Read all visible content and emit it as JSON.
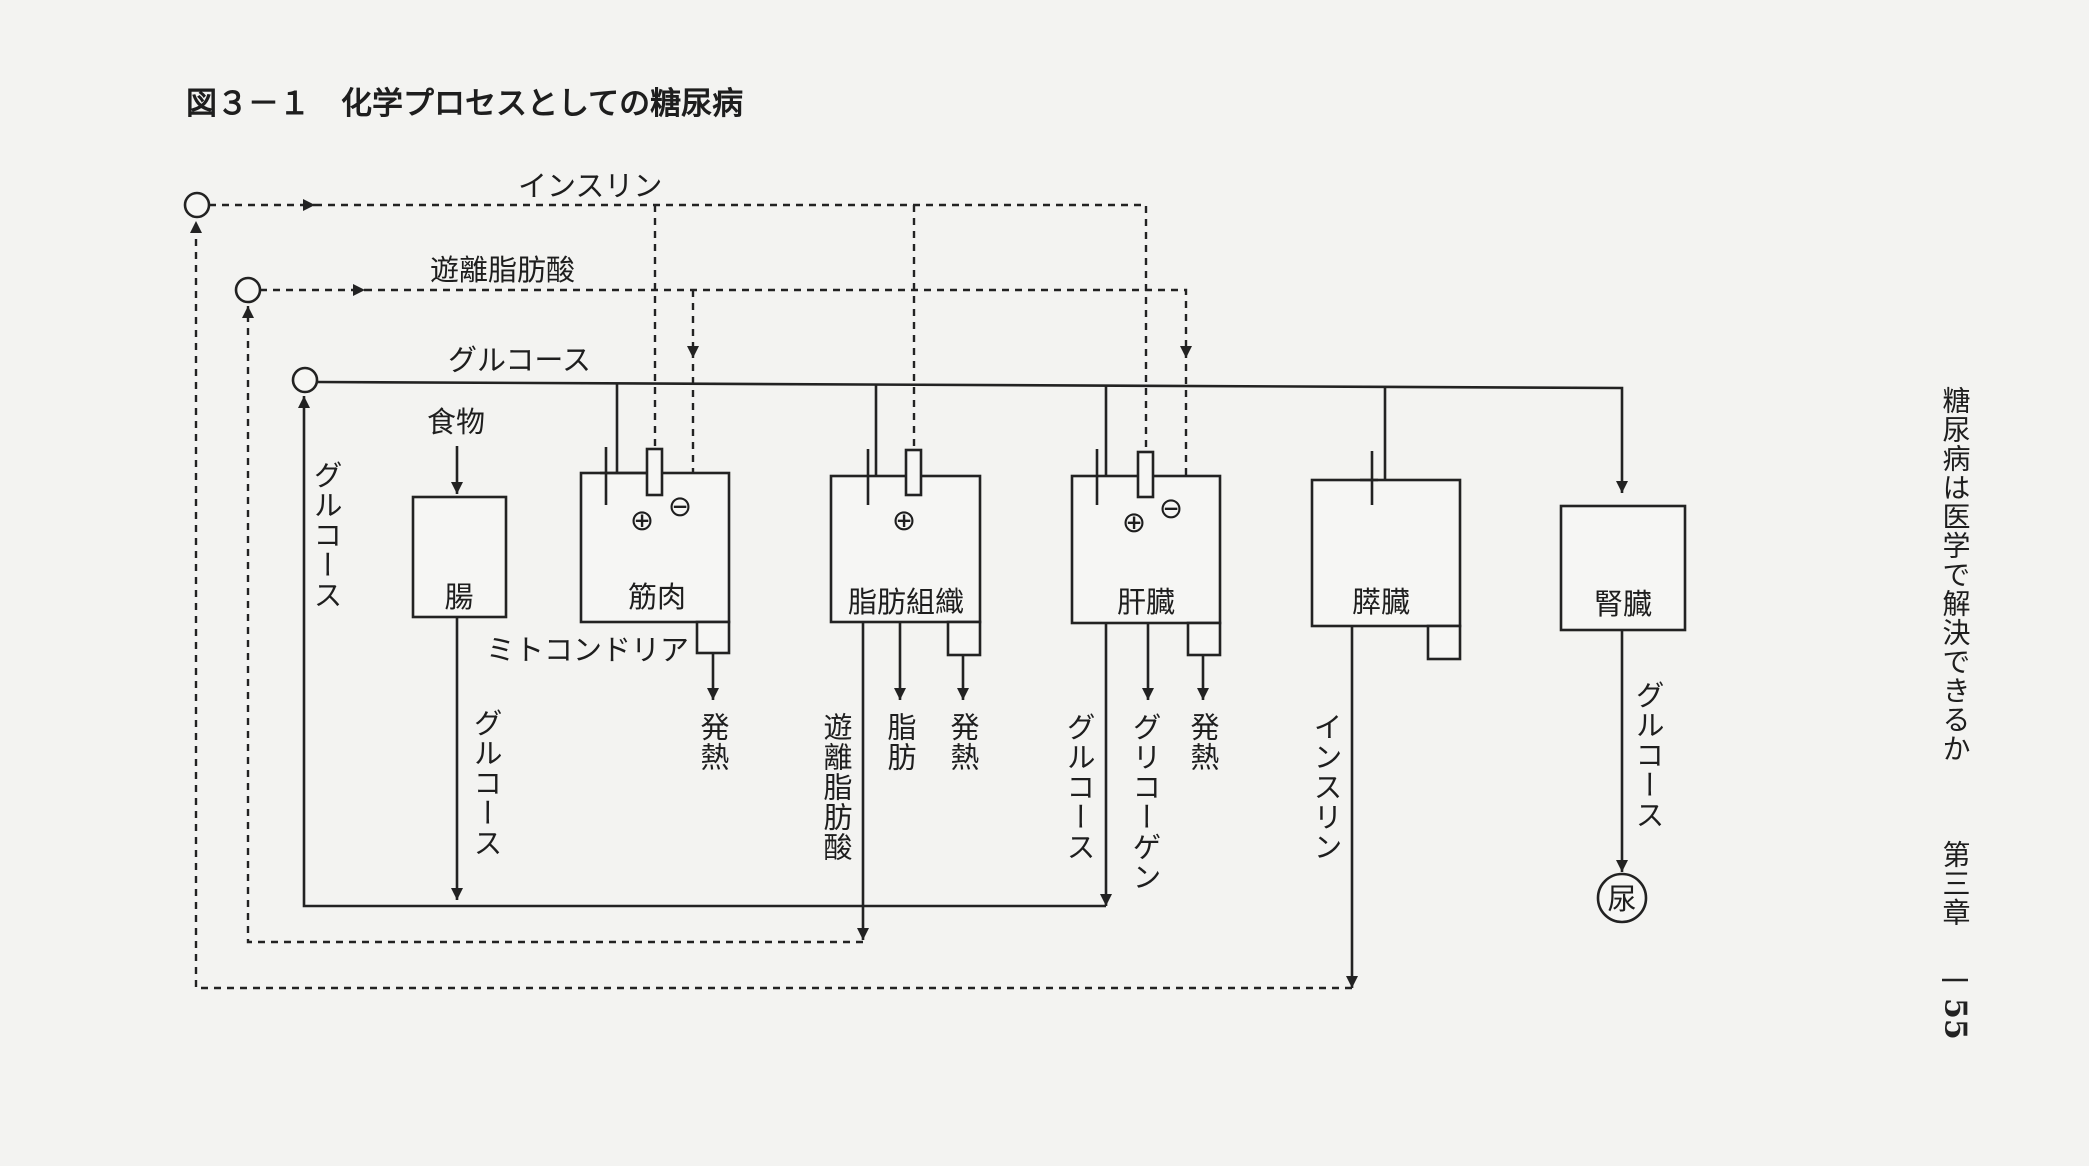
{
  "figure": {
    "title": "図３－１　化学プロセスとしての糖尿病",
    "loops": {
      "insulin": "インスリン",
      "ffa": "遊離脂肪酸",
      "glucose": "グルコース"
    },
    "input_food": "食物",
    "left_glucose": "グルコース",
    "organs": {
      "gut": "腸",
      "muscle": "筋肉",
      "adipose": "脂肪組織",
      "liver": "肝臓",
      "pancreas": "膵臓",
      "kidney": "腎臓"
    },
    "mitochondria": "ミトコンドリア",
    "plus": "⊕",
    "minus": "⊖",
    "outputs": {
      "gut_glucose": "グルコース",
      "muscle_heat": "発熱",
      "adipose_ffa": "遊離脂肪酸",
      "adipose_fat": "脂肪",
      "adipose_heat": "発熱",
      "liver_glucose": "グルコース",
      "liver_glycogen": "グリコーゲン",
      "liver_heat": "発熱",
      "pancreas_insulin": "インスリン",
      "kidney_glucose": "グルコース",
      "urine": "尿"
    }
  },
  "margin": {
    "running_head": "糖尿病は医学で解決できるか",
    "chapter": "第三章",
    "page_number": "55"
  }
}
